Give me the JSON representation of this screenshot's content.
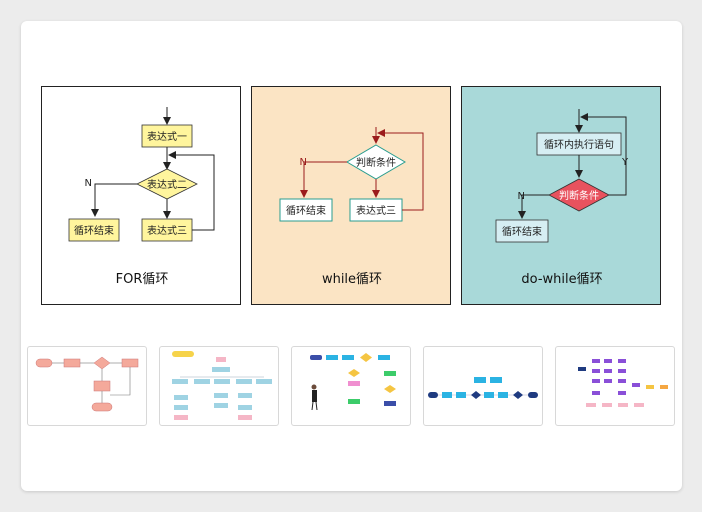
{
  "panels": {
    "for": {
      "caption": "FOR循环",
      "expr1": "表达式一",
      "expr2": "表达式二",
      "expr3": "表达式三",
      "end": "循环结束",
      "no": "N"
    },
    "while": {
      "caption": "while循环",
      "cond": "判断条件",
      "end": "循环结束",
      "expr3": "表达式三",
      "no": "N"
    },
    "dowhile": {
      "caption": "do-while循环",
      "body": "循环内执行语句",
      "cond": "判断条件",
      "end": "循环结束",
      "yes": "Y",
      "no": "N"
    }
  },
  "colors": {
    "for_bg": "#ffffff",
    "while_bg": "#fbe4c4",
    "dowhile_bg": "#a9d9d9",
    "yellow_box": "#fff59d",
    "teal_box": "#d6eef3",
    "red_diamond": "#e8525e",
    "arrow_red": "#9b1c1c"
  }
}
